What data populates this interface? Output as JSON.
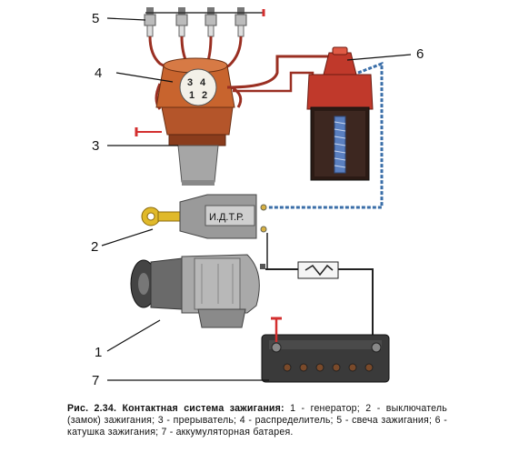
{
  "labels": {
    "l5": "5",
    "l4": "4",
    "l3": "3",
    "l6": "6",
    "l2": "2",
    "l1": "1",
    "l7": "7"
  },
  "distributor_numbers": {
    "top_left": "3",
    "top_right": "4",
    "mid_left": "1",
    "mid_right": "2"
  },
  "switch_text": "И.Д.Т.Р.",
  "caption": {
    "title": "Рис. 2.34. Контактная система зажигания:",
    "body": "1 - генератор; 2 - выключатель (замок) зажигания; 3 - прерыватель; 4 - распределитель; 5 - свеча зажигания; 6 - катушка зажигания; 7 - аккумуляторная батарея."
  },
  "colors": {
    "distributor": "#c8642e",
    "coil_top": "#c0392b",
    "coil_body": "#2b1a14",
    "wire_hv": "#9a2f22",
    "wire_lv": "#3a6ea8",
    "metal": "#9a9a9a",
    "key": "#e0b92a",
    "battery": "#3a3a3a",
    "ground": "#d32f2f"
  }
}
